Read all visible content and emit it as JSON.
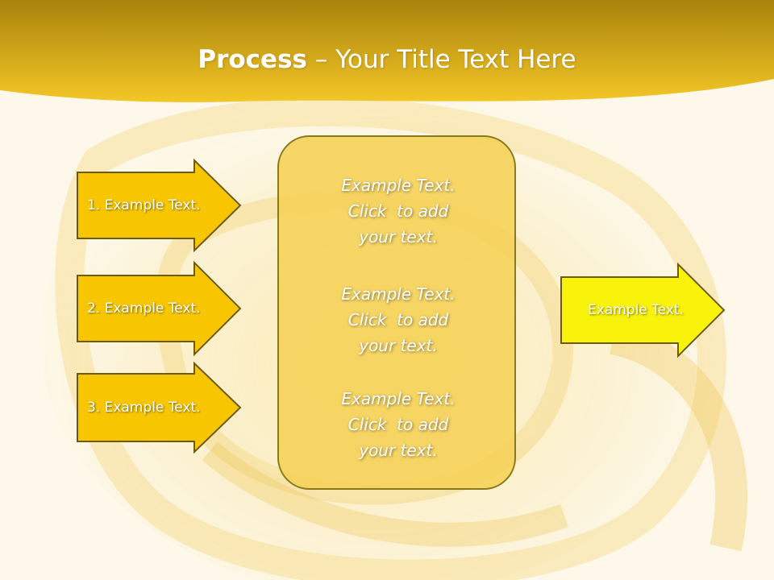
{
  "title": {
    "bold": "Process",
    "rest": " – Your Title Text Here"
  },
  "steps": [
    {
      "label": "1. Example Text."
    },
    {
      "label": "2. Example Text."
    },
    {
      "label": "3. Example Text."
    }
  ],
  "center_box": {
    "paragraphs": [
      [
        "Example Text.",
        "Click  to add",
        "your text."
      ],
      [
        "Example Text.",
        "Click  to add",
        "your text."
      ],
      [
        "Example Text.",
        "Click  to add",
        "your text."
      ]
    ]
  },
  "result": {
    "label": "Example Text."
  },
  "colors": {
    "header_dark": "#b08a10",
    "header_light": "#f3c325",
    "step_fill": "#f7c600",
    "result_fill": "#f9f20a",
    "box_fill": "#f6d156",
    "outline": "#8a7a1e"
  }
}
